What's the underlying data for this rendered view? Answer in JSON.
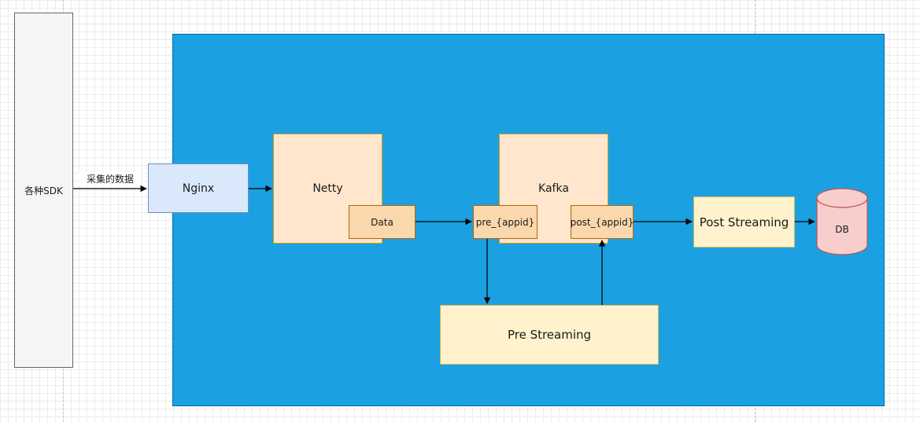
{
  "nodes": {
    "sdk": "各种SDK",
    "nginx": "Nginx",
    "netty": "Netty",
    "data_port": "Data",
    "kafka": "Kafka",
    "pre_topic": "pre_{appid}",
    "post_topic": "post_{appid}",
    "post_streaming": "Post Streaming",
    "pre_streaming": "Pre Streaming",
    "db": "DB"
  },
  "edges": {
    "sdk_to_nginx_label": "采集的数据"
  },
  "colors": {
    "platform_fill": "#1ba1e2",
    "nginx_fill": "#dae8fc",
    "orange_fill": "#ffe6cc",
    "port_fill": "#fad7ac",
    "streaming_fill": "#fff2cc",
    "db_fill": "#f8cecc",
    "sdk_fill": "#f5f5f5"
  }
}
